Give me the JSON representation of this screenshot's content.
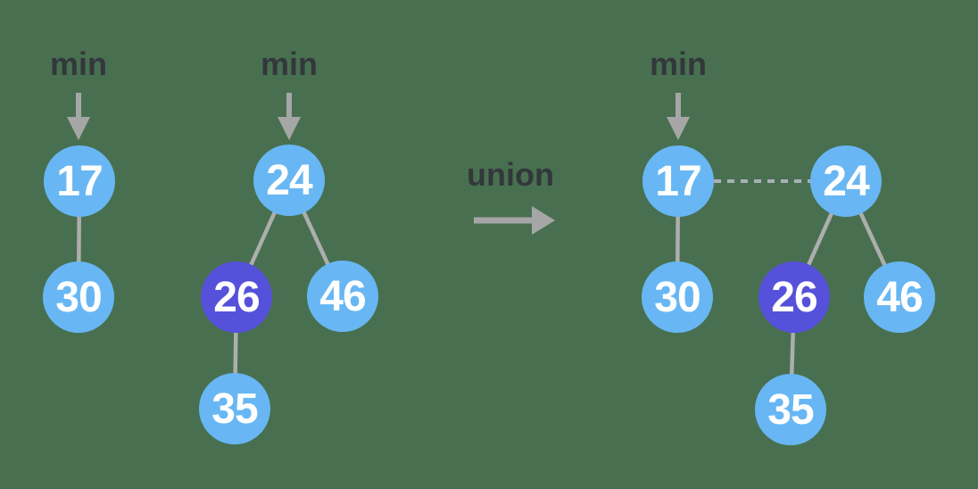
{
  "colors": {
    "background": "#487050",
    "node_blue": "#68b7f4",
    "node_purple": "#5551da",
    "edge_gray": "#aeaeae",
    "arrow_gray": "#a6a6a6",
    "dashed_link_gray": "#a9b0b6",
    "label_text": "#33373c",
    "node_text": "#ffffff"
  },
  "labels": {
    "heap1_min": "min",
    "heap2_min": "min",
    "result_min": "min",
    "operation": "union"
  },
  "heap1": {
    "root": "17",
    "child": "30"
  },
  "heap2": {
    "root": "24",
    "left_child": "26",
    "right_child": "46",
    "grandchild": "35"
  },
  "result": {
    "min_root": "17",
    "min_child": "30",
    "second_root": "24",
    "left_child": "26",
    "right_child": "46",
    "grandchild": "35"
  }
}
